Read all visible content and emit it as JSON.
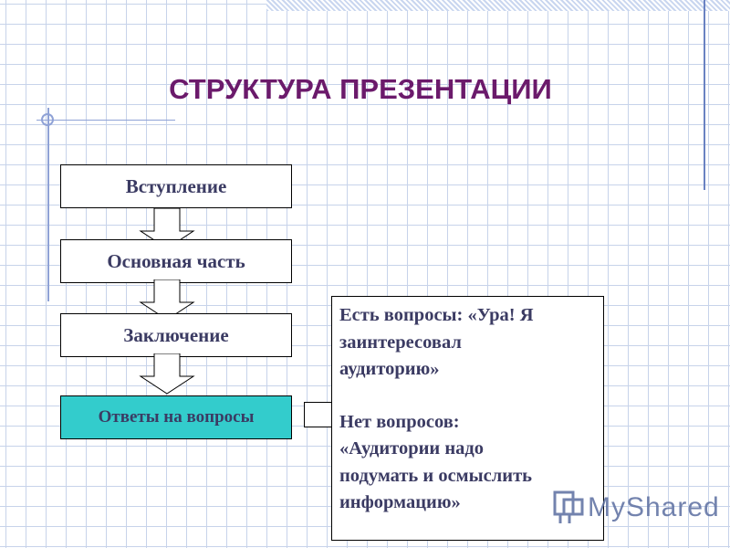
{
  "slide": {
    "title": "СТРУКТУРА ПРЕЗЕНТАЦИИ",
    "steps": [
      "Вступление",
      "Основная часть",
      "Заключение",
      "Ответы на вопросы"
    ],
    "callout": {
      "lines_yes": [
        "Есть вопросы: «Ура! Я",
        "заинтересовал",
        "аудиторию»"
      ],
      "lines_no": [
        "Нет вопросов:",
        "«Аудитории надо",
        "подумать и осмыслить",
        "информацию»"
      ]
    }
  },
  "watermark": {
    "text": "MyShared"
  },
  "colors": {
    "title": "#6b1a6b",
    "text": "#3b3b63",
    "highlight": "#33cccc",
    "grid": "#c7d3ea",
    "accent_line": "#8fa2d6"
  }
}
